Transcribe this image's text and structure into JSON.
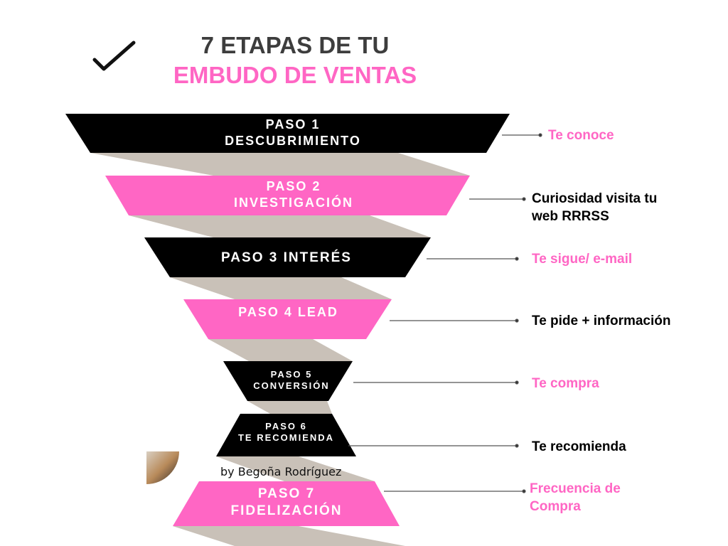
{
  "title": {
    "line1": "7 ETAPAS DE TU",
    "line2": "EMBUDO DE VENTAS"
  },
  "steps": [
    {
      "line1": "PASO 1",
      "line2": "DESCUBRIMIENTO",
      "label": "Te conoce",
      "color": "#000000",
      "label_color": "#ff66c4"
    },
    {
      "line1": "PASO 2",
      "line2": "INVESTIGACIÓN",
      "label": "Curiosidad visita tu web RRRSS",
      "color": "#ff66c4",
      "label_color": "#000000"
    },
    {
      "line1": "PASO 3 INTERÉS",
      "label": "Te sigue/ e-mail",
      "color": "#000000",
      "label_color": "#ff66c4"
    },
    {
      "line1": "PASO 4 LEAD",
      "label": "Te pide + información",
      "color": "#ff66c4",
      "label_color": "#000000"
    },
    {
      "line1": "PASO 5",
      "line2": "CONVERSIÓN",
      "label": "Te compra",
      "color": "#000000",
      "label_color": "#ff66c4"
    },
    {
      "line1": "PASO 6",
      "line2": "TE RECOMIENDA",
      "label": "Te recomienda",
      "color": "#000000",
      "label_color": "#000000"
    },
    {
      "line1": "PASO 7",
      "line2": "FIDELIZACIÓN",
      "label": "Frecuencia de Compra",
      "color": "#ff66c4",
      "label_color": "#ff66c4"
    }
  ],
  "author": "by Begoña Rodríguez",
  "colors": {
    "pink": "#ff66c4",
    "shadow": "#c9c1b8",
    "dark": "#3d3d3d"
  }
}
